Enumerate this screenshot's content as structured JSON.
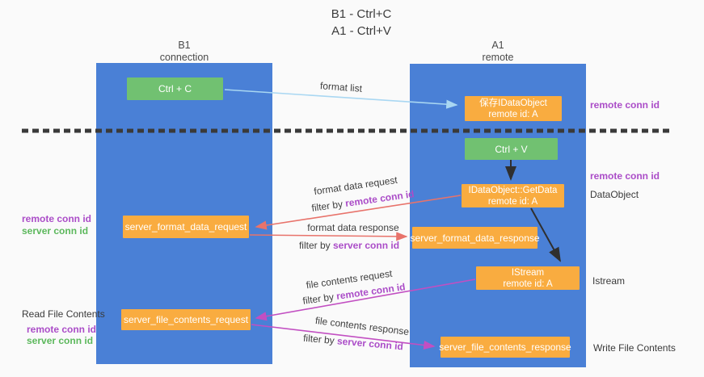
{
  "title": {
    "line1": "B1 - Ctrl+C",
    "line2": "A1 - Ctrl+V"
  },
  "columns": {
    "left": {
      "name": "B1",
      "role": "connection"
    },
    "right": {
      "name": "A1",
      "role": "remote"
    }
  },
  "nodes": {
    "ctrl_c": {
      "label": "Ctrl + C"
    },
    "ctrl_v": {
      "label": "Ctrl + V"
    },
    "save_idataobject": {
      "line1": "保存IDataObject",
      "line2": "remote id: A"
    },
    "idataobject_getdata": {
      "line1": "IDataObject::GetData",
      "line2": "remote id: A"
    },
    "istream": {
      "line1": "IStream",
      "line2": "remote id: A"
    },
    "server_format_data_request": {
      "label": "server_format_data_request"
    },
    "server_format_data_response": {
      "label": "server_format_data_response"
    },
    "server_file_contents_request": {
      "label": "server_file_contents_request"
    },
    "server_file_contents_response": {
      "label": "server_file_contents_response"
    }
  },
  "arrow_labels": {
    "format_list": "format list",
    "format_data_request": "format data request",
    "format_data_response": "format data response",
    "file_contents_request": "file contents request",
    "file_contents_response": "file contents response",
    "filter_by_prefix": "filter by "
  },
  "labels": {
    "remote_conn_id": "remote conn id",
    "server_conn_id": "server conn id",
    "dataobject": "DataObject",
    "istream": "Istream",
    "read_file_contents": "Read File Contents",
    "write_file_contents": "Write File Contents"
  },
  "colors": {
    "column_blue": "#4a80d6",
    "node_orange": "#f9ac40",
    "key_green": "#71c171",
    "arrow_red": "#e8736b",
    "arrow_magenta": "#c24fc2",
    "arrow_lightblue": "#a9d7f2",
    "arrow_black": "#2f2f2f",
    "text_purple": "#ab4dc8",
    "text_green": "#5cb85c",
    "background": "#fafafa"
  }
}
